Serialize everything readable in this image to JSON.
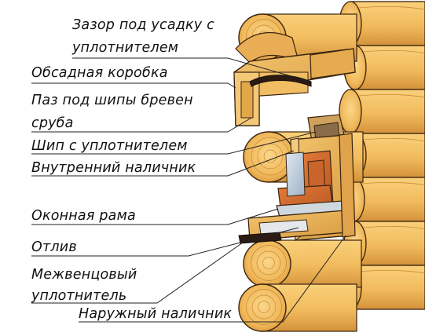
{
  "labels": {
    "gap_line1": "Зазор под усадку с",
    "gap_line2": "уплотнителем",
    "casing_box": "Обсадная коробка",
    "groove_line1": "Паз под шипы бревен",
    "groove_line2": "сруба",
    "tenon": "Шип с уплотнителем",
    "inner_trim": "Внутренний наличник",
    "window_frame": "Оконная рама",
    "sill": "Отлив",
    "sealant_line1": "Межвенцовый",
    "sealant_line2": "уплотнитель",
    "outer_trim": "Наружный наличник"
  },
  "colors": {
    "log_fill": "#f2c064",
    "log_shade": "#d9973a",
    "log_outline": "#3a2410",
    "box_fill": "#e3a54b",
    "frame_fill": "#d2692e",
    "sealant": "#2a1a12",
    "glass": "#b9c7d6",
    "leader": "#222222"
  }
}
